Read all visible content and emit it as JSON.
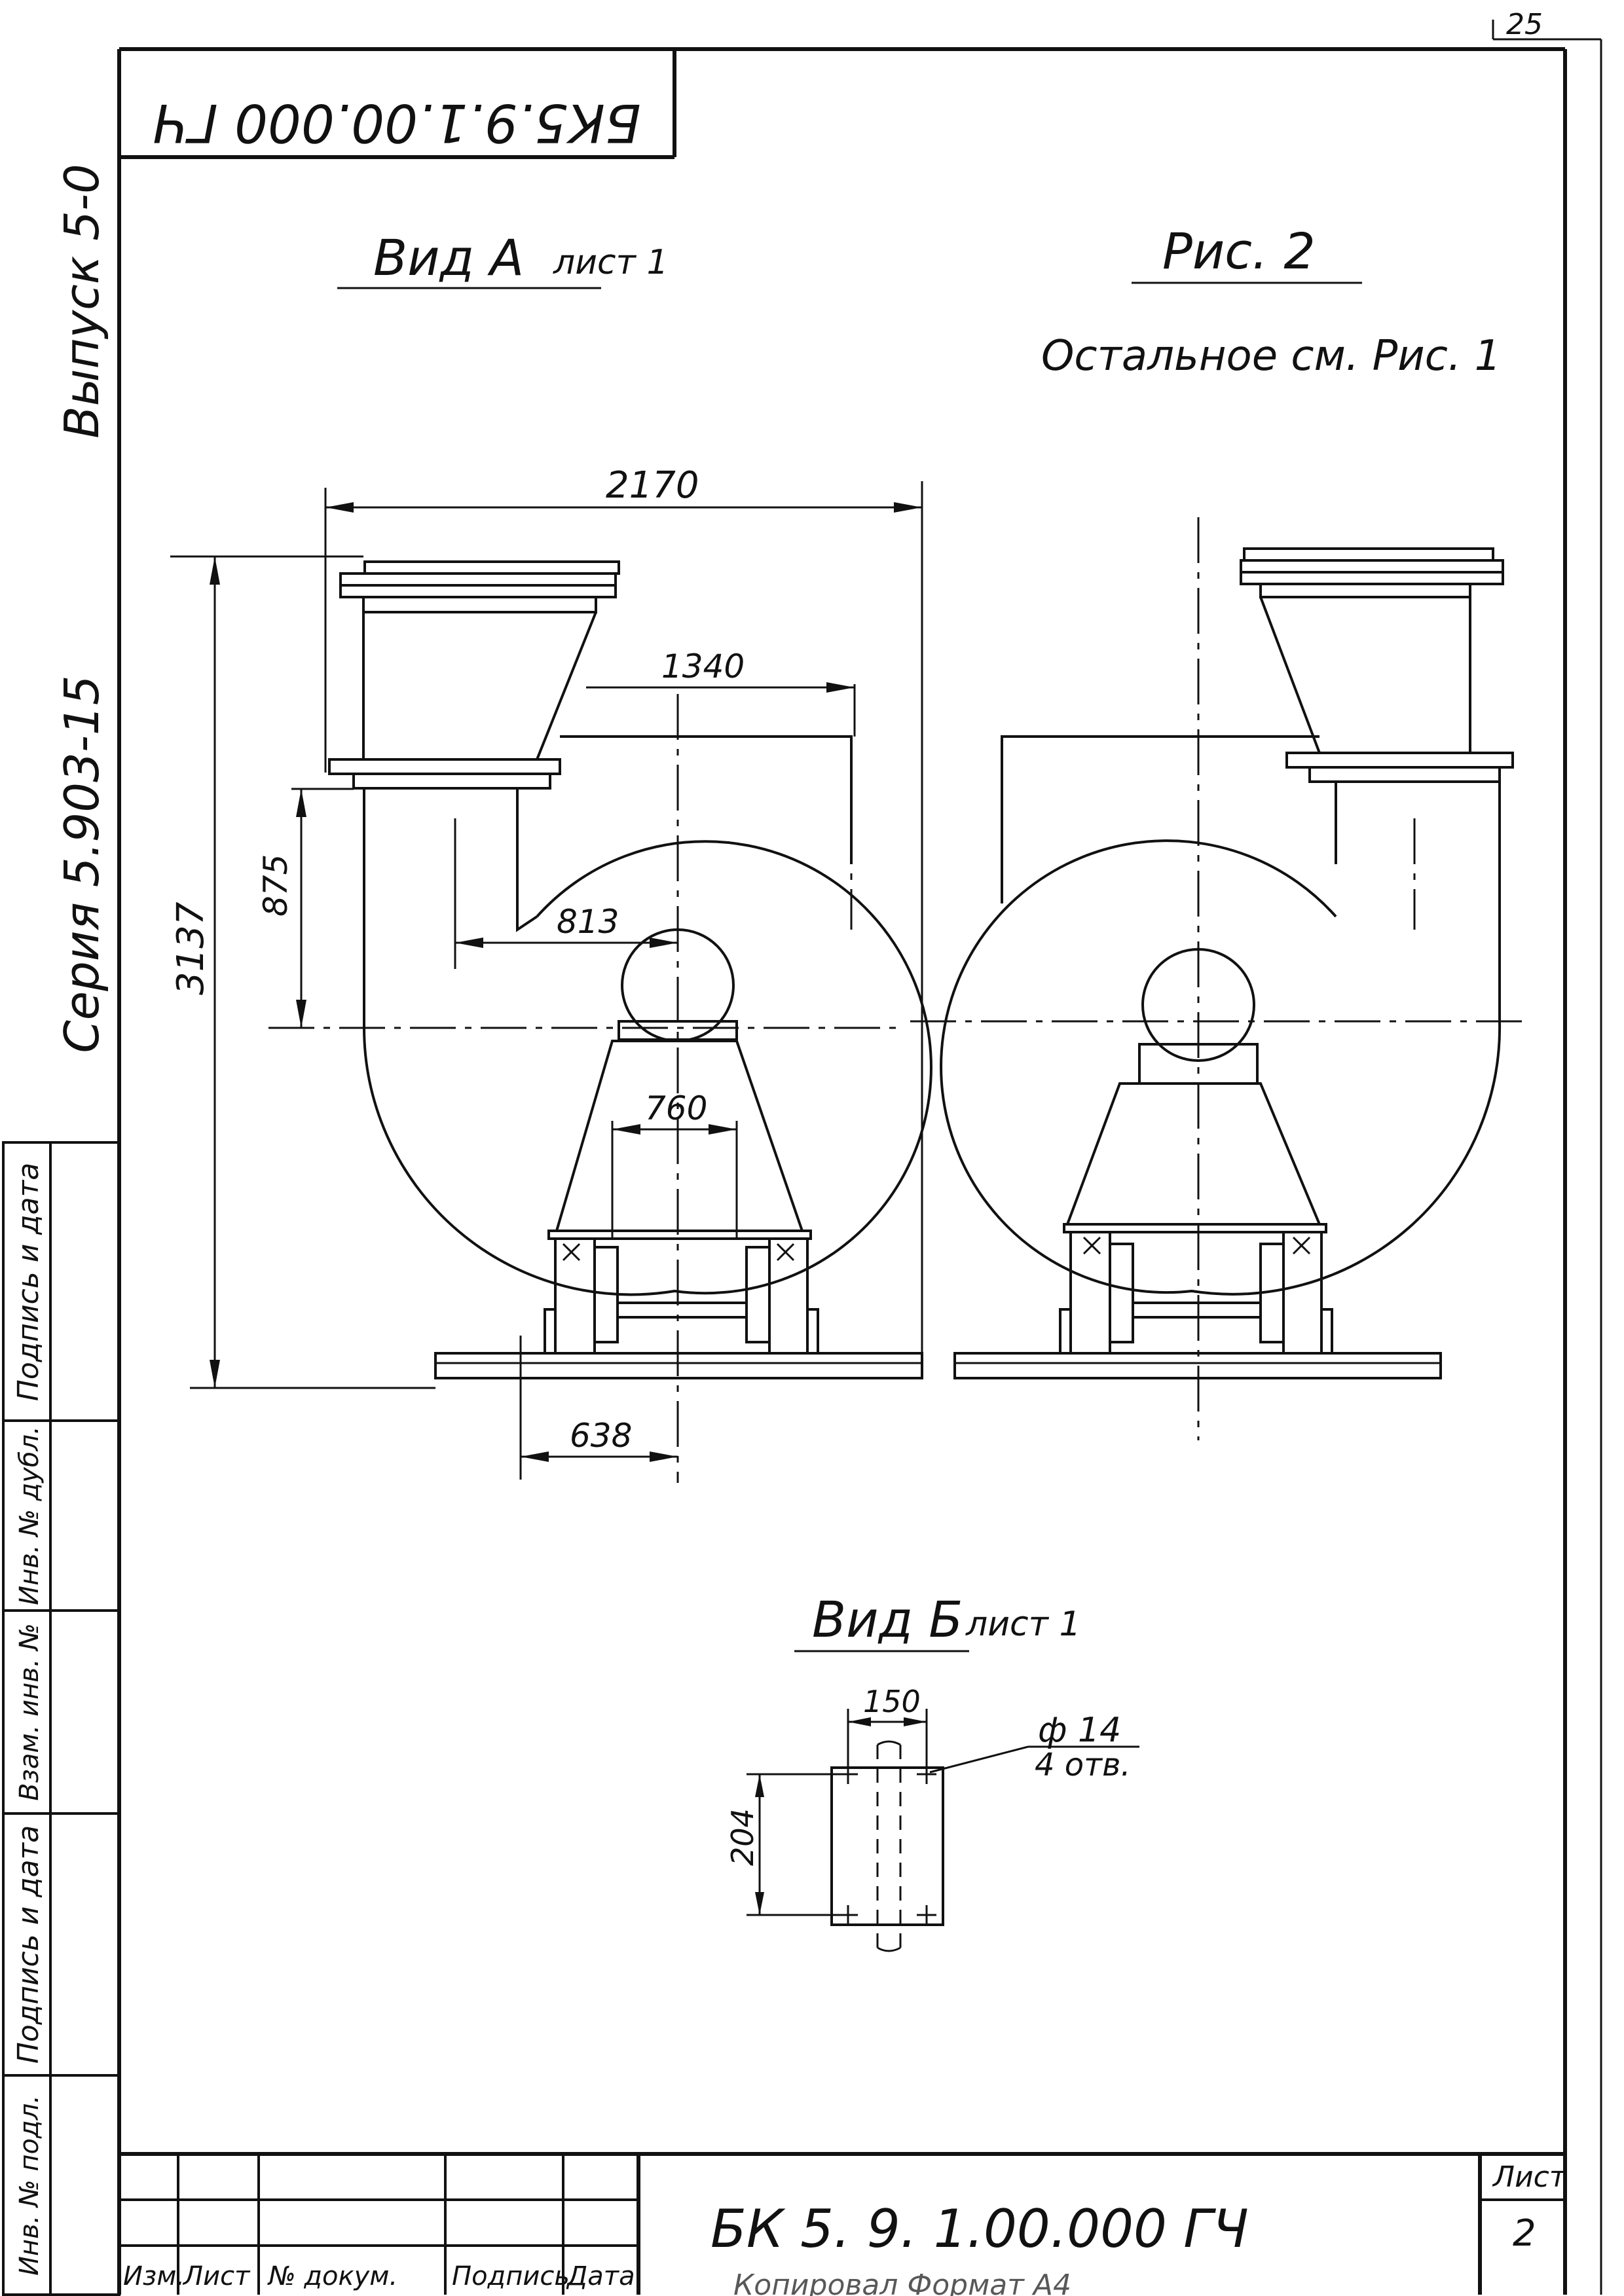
{
  "sheet_corner_number": "25",
  "top_stamp_inverted": "БК5.9.1.00.000 ГЧ",
  "left_margin": {
    "issue": "Выпуск 5-0",
    "series": "Серия 5.903-15"
  },
  "left_stamp": {
    "signature_date_1": "Подпись и дата",
    "dup_inv_no": "Инв. № дубл.",
    "replaces_inv_no": "Взам. инв. №",
    "signature_date_2": "Подпись и дата",
    "original_inv_no": "Инв. № подл."
  },
  "view_a": {
    "title": "Вид А",
    "sheet_ref": "лист 1",
    "dims": {
      "overall_width": "2170",
      "right_offset": "1340",
      "inlet_height": "875",
      "left_offset": "813",
      "overall_height": "3137",
      "support_width": "760",
      "base_offset": "638"
    }
  },
  "fig2": {
    "title": "Рис. 2",
    "note": "Остальное см. Рис. 1"
  },
  "view_b": {
    "title": "Вид Б",
    "sheet_ref": "лист 1",
    "dims": {
      "width": "150",
      "height": "204",
      "hole_diameter": "ф 14",
      "hole_count": "4 отв."
    }
  },
  "title_block": {
    "designation": "БК 5. 9. 1.00.000 ГЧ",
    "sheet_label": "Лист",
    "sheet_number": "2",
    "columns": [
      "Изм.",
      "Лист",
      "№ докум.",
      "Подпись",
      "Дата"
    ],
    "footer": "Копировал Формат А4"
  }
}
